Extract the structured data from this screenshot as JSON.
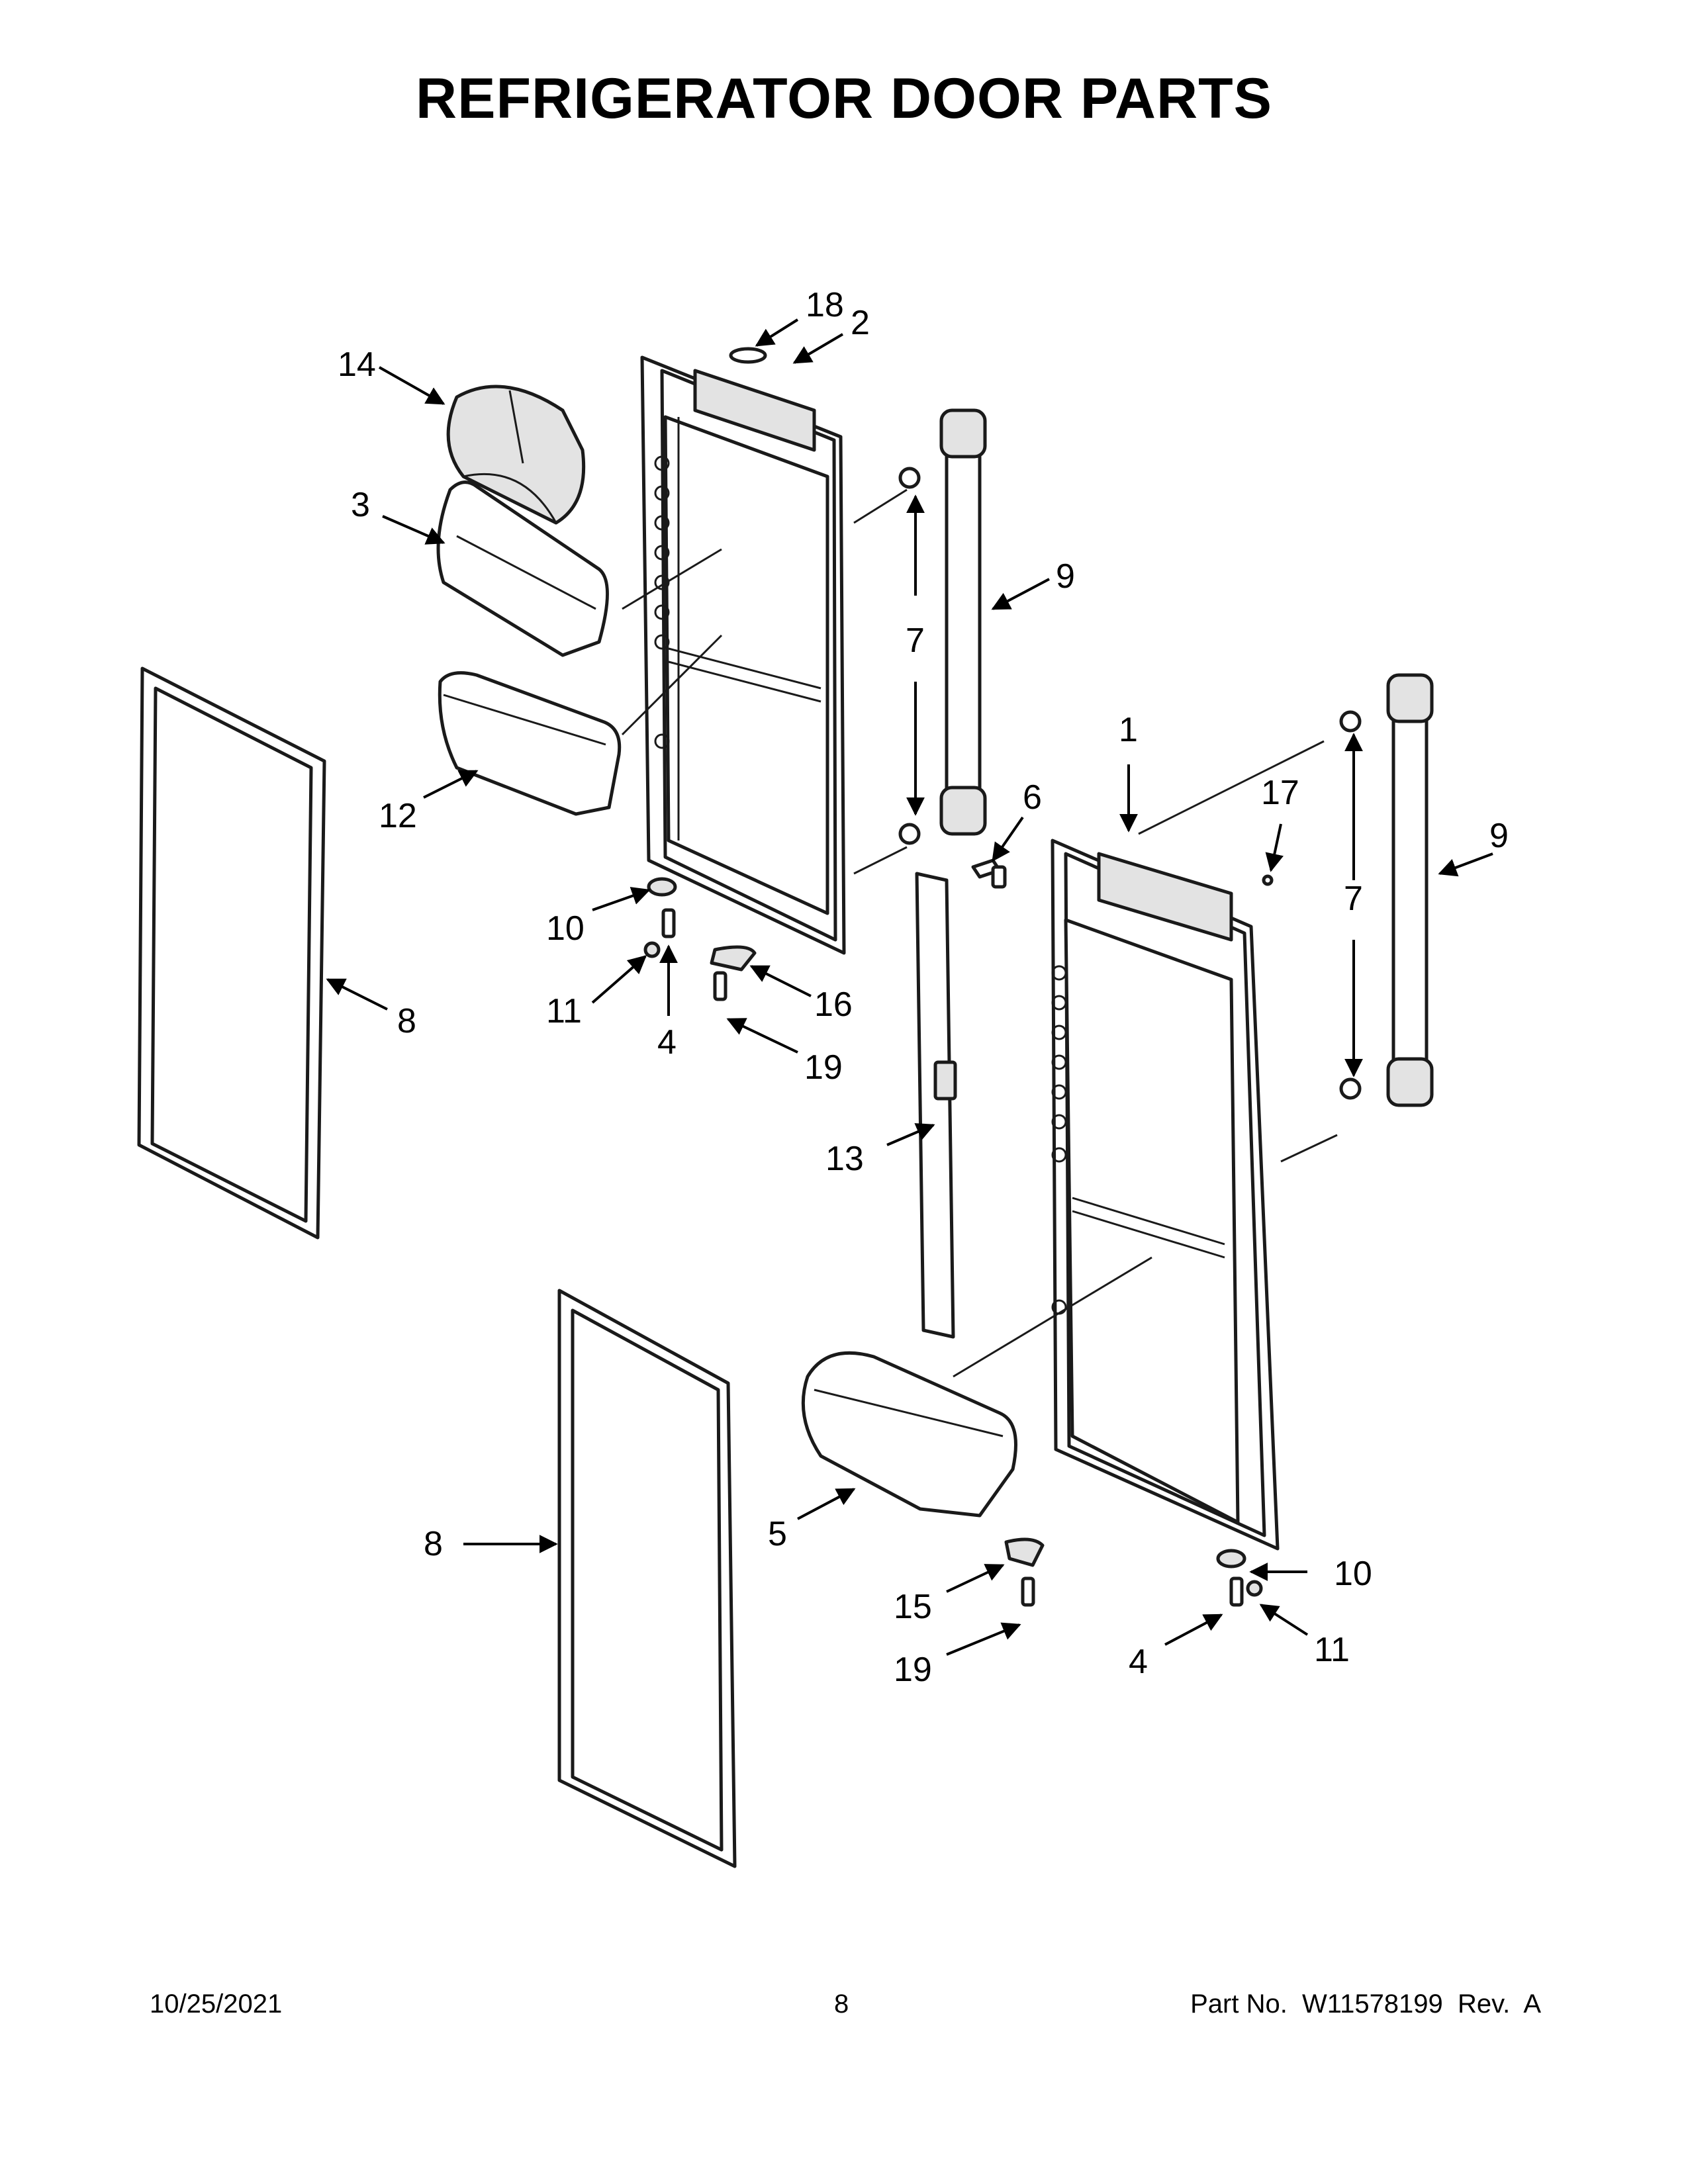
{
  "title": "REFRIGERATOR DOOR PARTS",
  "callouts": [
    {
      "id": "c18",
      "label": "18"
    },
    {
      "id": "c2",
      "label": "2"
    },
    {
      "id": "c14",
      "label": "14"
    },
    {
      "id": "c3",
      "label": "3"
    },
    {
      "id": "c9a",
      "label": "9"
    },
    {
      "id": "c7a",
      "label": "7"
    },
    {
      "id": "c1",
      "label": "1"
    },
    {
      "id": "c6",
      "label": "6"
    },
    {
      "id": "c17",
      "label": "17"
    },
    {
      "id": "c9b",
      "label": "9"
    },
    {
      "id": "c7b",
      "label": "7"
    },
    {
      "id": "c12",
      "label": "12"
    },
    {
      "id": "c10a",
      "label": "10"
    },
    {
      "id": "c11a",
      "label": "11"
    },
    {
      "id": "c4a",
      "label": "4"
    },
    {
      "id": "c16",
      "label": "16"
    },
    {
      "id": "c19a",
      "label": "19"
    },
    {
      "id": "c8a",
      "label": "8"
    },
    {
      "id": "c13",
      "label": "13"
    },
    {
      "id": "c5",
      "label": "5"
    },
    {
      "id": "c8b",
      "label": "8"
    },
    {
      "id": "c10b",
      "label": "10"
    },
    {
      "id": "c15",
      "label": "15"
    },
    {
      "id": "c11b",
      "label": "11"
    },
    {
      "id": "c4b",
      "label": "4"
    },
    {
      "id": "c19b",
      "label": "19"
    }
  ],
  "footer": {
    "date": "10/25/2021",
    "page": "8",
    "part": "Part No.  W11578199  Rev.  A"
  }
}
